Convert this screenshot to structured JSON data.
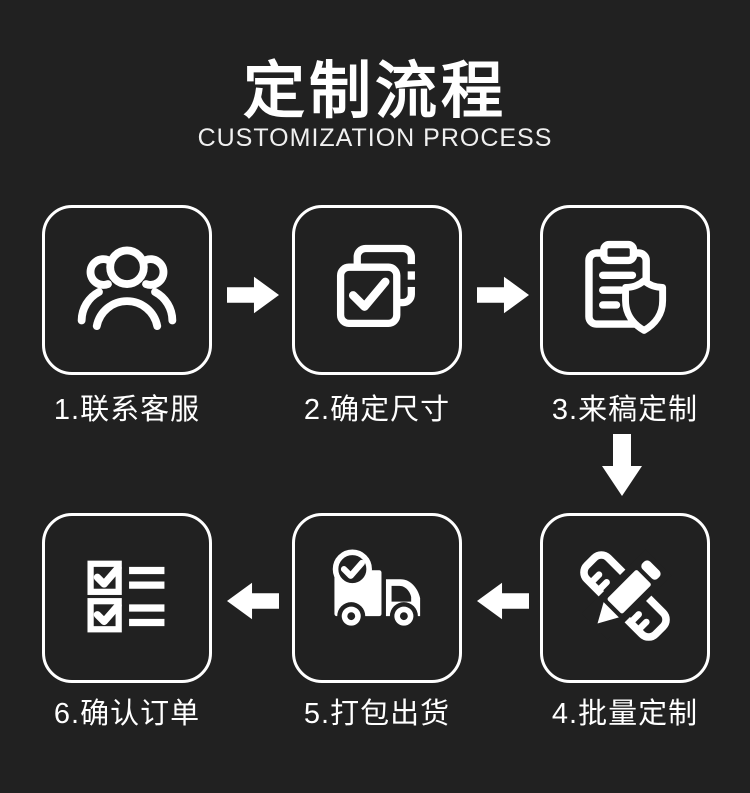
{
  "theme": {
    "background": "#212121",
    "foreground": "#ffffff"
  },
  "header": {
    "title": "定制流程",
    "subtitle": "CUSTOMIZATION PROCESS"
  },
  "steps": [
    {
      "label": "1.联系客服",
      "icon": "customer-service-group-icon"
    },
    {
      "label": "2.确定尺寸",
      "icon": "confirm-size-check-documents-icon"
    },
    {
      "label": "3.来稿定制",
      "icon": "clipboard-shield-icon"
    },
    {
      "label": "4.批量定制",
      "icon": "pencil-ruler-icon"
    },
    {
      "label": "5.打包出货",
      "icon": "delivery-truck-check-icon"
    },
    {
      "label": "6.确认订单",
      "icon": "order-checklist-icon"
    }
  ],
  "flow": {
    "arrow_directions": [
      "right",
      "right",
      "down",
      "left",
      "left"
    ]
  }
}
